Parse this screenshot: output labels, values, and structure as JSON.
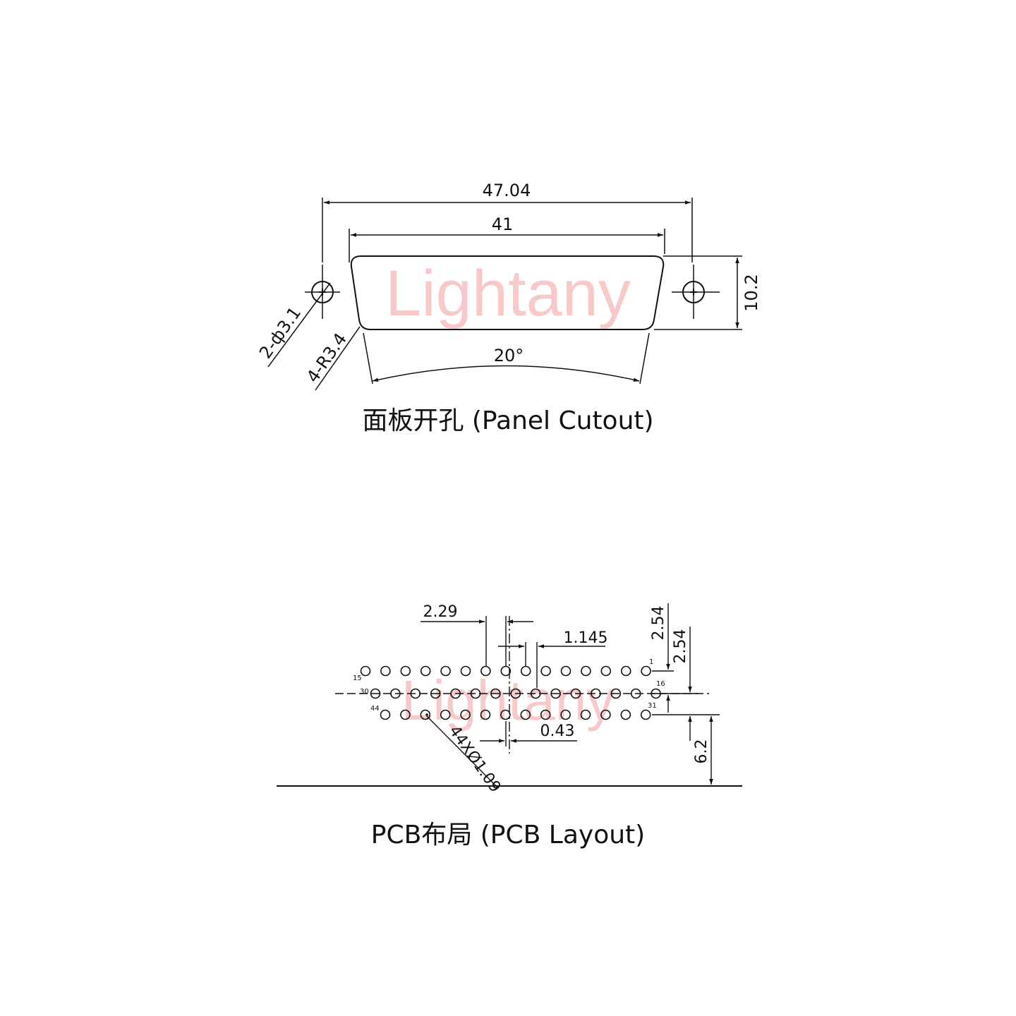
{
  "colors": {
    "line": "#111111",
    "watermark": "#f7c9c9",
    "background": "#ffffff"
  },
  "watermark": "Lightany",
  "panel": {
    "caption": "面板开孔 (Panel Cutout)",
    "dim_overall_width": "47.04",
    "dim_cutout_width": "41",
    "dim_height": "10.2",
    "dim_angle": "20°",
    "dim_hole": "2-ф3.1",
    "dim_radius": "4-R3.4"
  },
  "pcb": {
    "caption": "PCB布局 (PCB Layout)",
    "dim_pitch": "2.29",
    "dim_half_pitch": "1.145",
    "dim_row_pitch_1": "2.54",
    "dim_row_pitch_2": "2.54",
    "dim_offset": "0.43",
    "dim_board_edge": "6.2",
    "dim_hole_dia": "44XØ1.09",
    "pin_labels": {
      "p1": "1",
      "p15": "15",
      "p16": "16",
      "p30": "30",
      "p31": "31",
      "p44": "44"
    },
    "rows": [
      {
        "name": "row-1",
        "pins": 15
      },
      {
        "name": "row-2",
        "pins": 15
      },
      {
        "name": "row-3",
        "pins": 14
      }
    ]
  }
}
